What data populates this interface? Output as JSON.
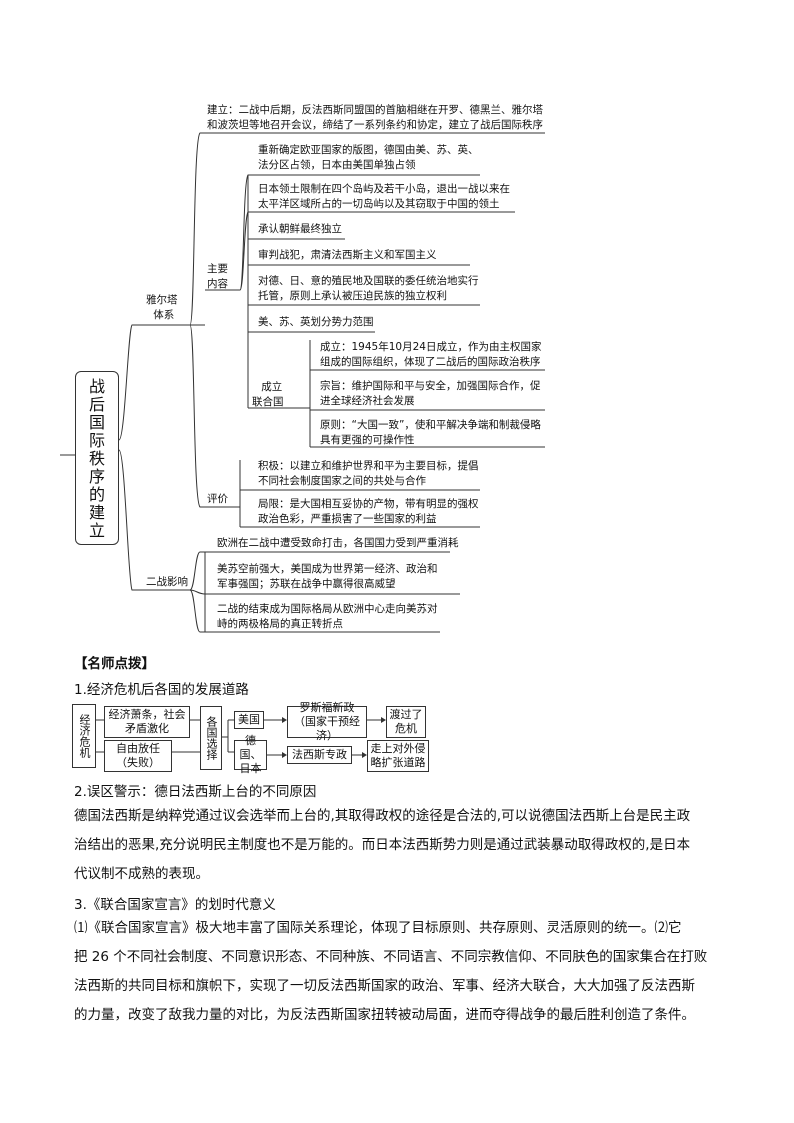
{
  "mindmap": {
    "root": [
      "战",
      "后",
      "国",
      "际",
      "秩",
      "序",
      "的",
      "建",
      "立"
    ],
    "yalta": {
      "label_line1": "雅尔塔",
      "label_line2": "体系",
      "establish_line1": "建立：二战中后期，反法西斯同盟国的首脑相继在开罗、德黑兰、雅尔塔",
      "establish_line2": "和波茨坦等地召开会议，缔结了一系列条约和协定，建立了战后国际秩序",
      "content_label_line1": "主要",
      "content_label_line2": "内容",
      "items": [
        {
          "line1": "重新确定欧亚国家的版图，德国由美、苏、英、",
          "line2": "法分区占领，日本由美国单独占领"
        },
        {
          "line1": "日本领土限制在四个岛屿及若干小岛，退出一战以来在",
          "line2": "太平洋区域所占的一切岛屿以及其窃取于中国的领土"
        },
        {
          "line1": "承认朝鲜最终独立",
          "line2": ""
        },
        {
          "line1": "审判战犯，肃清法西斯主义和军国主义",
          "line2": ""
        },
        {
          "line1": "对德、日、意的殖民地及国联的委任统治地实行",
          "line2": "托管，原则上承认被压迫民族的独立权利"
        },
        {
          "line1": "美、苏、英划分势力范围",
          "line2": ""
        }
      ],
      "un_label_line1": "成立",
      "un_label_line2": "联合国",
      "un_items": [
        {
          "line1": "成立：1945年10月24日成立，作为由主权国家",
          "line2": "组成的国际组织，体现了二战后的国际政治秩序"
        },
        {
          "line1": "宗旨：维护国际和平与安全，加强国际合作，促",
          "line2": "进全球经济社会发展"
        },
        {
          "line1": "原则：“大国一致”，使和平解决争端和制裁侵略",
          "line2": "具有更强的可操作性"
        }
      ],
      "eval_label": "评价",
      "eval_items": [
        {
          "line1": "积极：以建立和维护世界和平为主要目标，提倡",
          "line2": "不同社会制度国家之间的共处与合作"
        },
        {
          "line1": "局限：是大国相互妥协的产物，带有明显的强权",
          "line2": "政治色彩，严重损害了一些国家的利益"
        }
      ]
    },
    "impact": {
      "label": "二战影响",
      "items": [
        {
          "line1": "欧洲在二战中遭受致命打击，各国国力受到严重消耗",
          "line2": ""
        },
        {
          "line1": "美苏空前强大，美国成为世界第一经济、政治和",
          "line2": "军事强国；苏联在战争中赢得很高威望"
        },
        {
          "line1": "二战的结束成为国际格局从欧洲中心走向美苏对",
          "line2": "峙的两极格局的真正转折点"
        }
      ]
    }
  },
  "tips": {
    "heading": "【名师点拨】",
    "s1_title": "1.经济危机后各国的发展道路",
    "flow": {
      "crisis": "经济危机",
      "c1_line1": "经济萧条，社会",
      "c1_line2": "矛盾激化",
      "c2_line1": "自由放任",
      "c2_line2": "（失败）",
      "choice": "各国选择",
      "usa": "美国",
      "newdeal_line1": "罗斯福新政",
      "newdeal_line2": "（国家干预经济）",
      "passed_line1": "渡过了",
      "passed_line2": "危机",
      "gj_line1": "德国、",
      "gj_line2": "日本",
      "fascism": "法西斯专政",
      "war_line1": "走上对外侵",
      "war_line2": "略扩张道路"
    },
    "s2_title": "2.误区警示：德日法西斯上台的不同原因",
    "s2_lines": [
      "德国法西斯是纳粹党通过议会选举而上台的,其取得政权的途径是合法的,可以说德国法西斯上台是民主政",
      "治结出的恶果,充分说明民主制度也不是万能的。而日本法西斯势力则是通过武装暴动取得政权的,是日本",
      "代议制不成熟的表现。"
    ],
    "s3_title": "3.《联合国家宣言》的划时代意义",
    "s3_lines": [
      "⑴《联合国家宣言》极大地丰富了国际关系理论，体现了目标原则、共存原则、灵活原则的统一。⑵它",
      "把 26 个不同社会制度、不同意识形态、不同种族、不同语言、不同宗教信仰、不同肤色的国家集合在打败",
      "法西斯的共同目标和旗帜下，实现了一切反法西斯国家的政治、军事、经济大联合，大大加强了反法西斯",
      "的力量，改变了敌我力量的对比，为反法西斯国家扭转被动局面，进而夺得战争的最后胜利创造了条件。"
    ]
  }
}
